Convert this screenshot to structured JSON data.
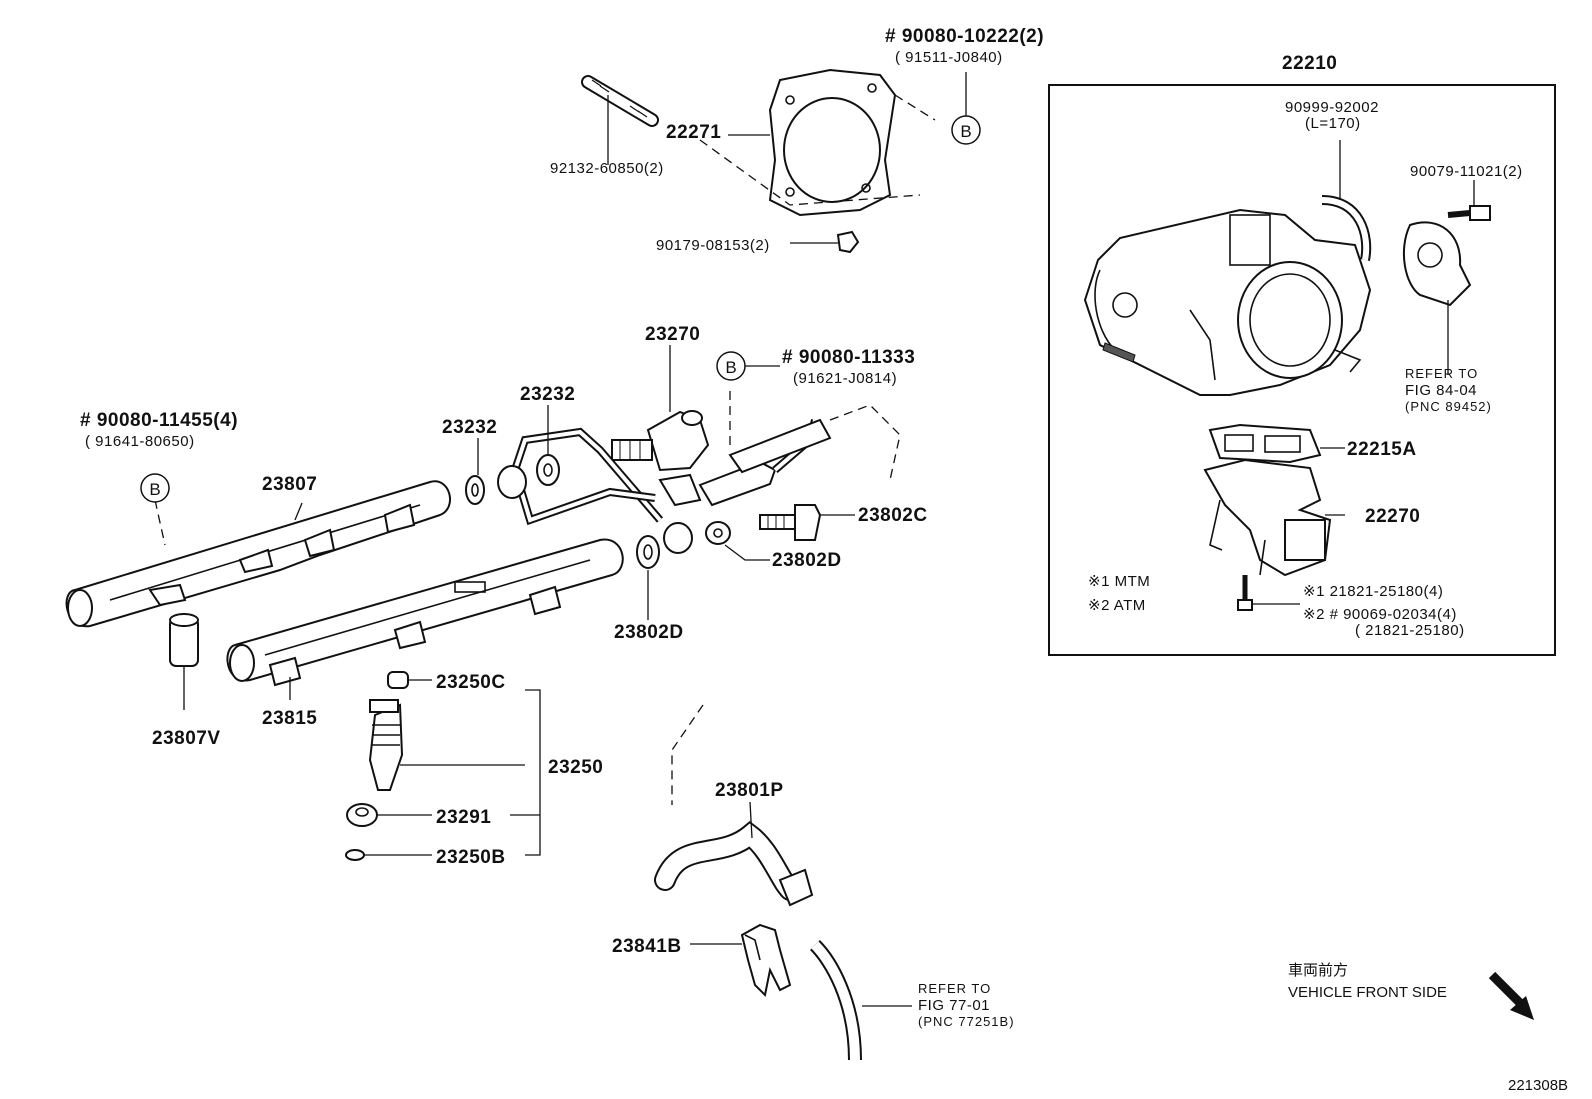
{
  "labels": {
    "p92132": "92132-60850(2)",
    "p22271": "22271",
    "p90080_10222": "# 90080-10222(2)",
    "p91511": "( 91511-J0840)",
    "p90179": "90179-08153(2)",
    "p22210": "22210",
    "p90999": "90999-92002",
    "p90999_sub": "(L=170)",
    "p90079": "90079-11021(2)",
    "refer1_a": "REFER TO",
    "refer1_b": "FIG 84-04",
    "refer1_c": "(PNC 89452)",
    "p22215A": "22215A",
    "p22270": "22270",
    "note1": "※1 MTM",
    "note2": "※2 ATM",
    "p21821": "※1 21821-25180(4)",
    "p90069": "※2 # 90069-02034(4)",
    "p90069_sub": "( 21821-25180)",
    "p23270": "23270",
    "p90080_11333": "# 90080-11333",
    "p91621": "(91621-J0814)",
    "p23232a": "23232",
    "p23232b": "23232",
    "p90080_11455": "# 90080-11455(4)",
    "p91641": "( 91641-80650)",
    "p23807": "23807",
    "p23802C": "23802C",
    "p23802Da": "23802D",
    "p23802Db": "23802D",
    "p23807V": "23807V",
    "p23815": "23815",
    "p23250C": "23250C",
    "p23250": "23250",
    "p23291": "23291",
    "p23250B": "23250B",
    "p23801P": "23801P",
    "p23841B": "23841B",
    "refer2_a": "REFER TO",
    "refer2_b": "FIG 77-01",
    "refer2_c": "(PNC 77251B)",
    "front_jp": "車両前方",
    "front_en": "VEHICLE FRONT SIDE",
    "diagram_id": "221308B",
    "callout_b": "B"
  },
  "icons": {
    "front_arrow": "direction-arrow-icon",
    "callout": "circle-b-callout-icon"
  }
}
